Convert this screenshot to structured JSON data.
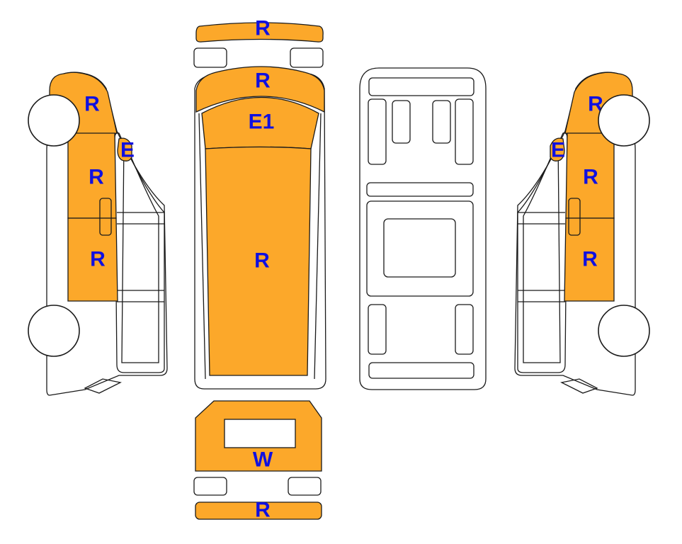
{
  "colors": {
    "damage_fill": "#FCA82A",
    "code_text": "#1010E0",
    "outline": "#1a1a1a",
    "background": "#FFFFFF"
  },
  "codes": {
    "front_bumper": "R",
    "hood": "R",
    "windshield": "E1",
    "roof": "R",
    "rear_door_glass": "W",
    "rear_bumper": "R",
    "left_front_fender": "R",
    "left_mirror": "E",
    "left_side_upper": "R",
    "left_side_lower": "R",
    "right_front_fender": "R",
    "right_mirror": "E",
    "right_side_upper": "R",
    "right_side_lower": "R"
  }
}
